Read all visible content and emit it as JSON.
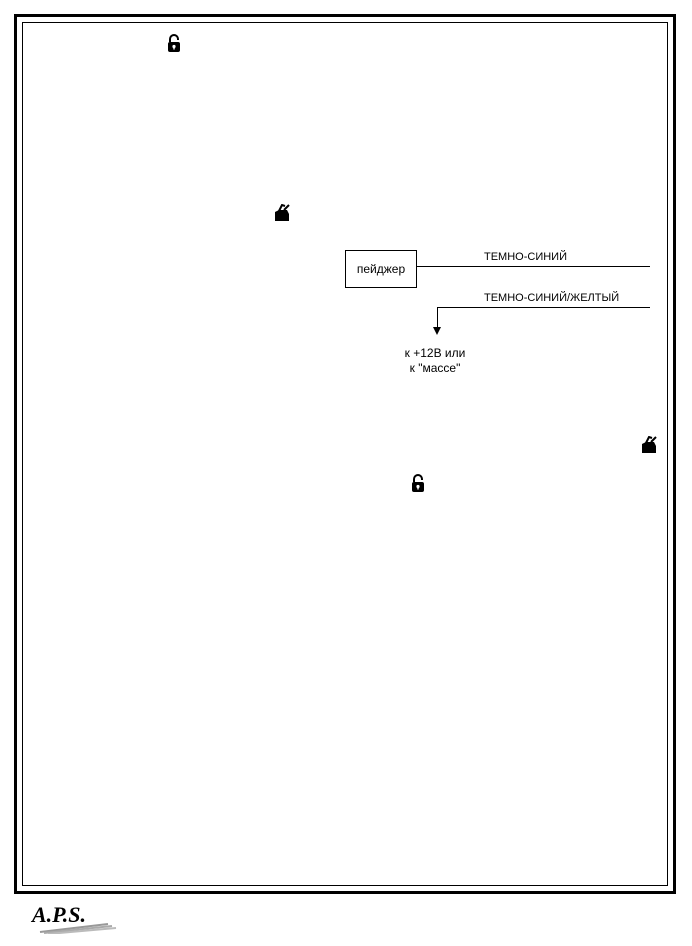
{
  "diagram": {
    "device_label": "пейджер",
    "wire1_label": "ТЕМНО-СИНИЙ",
    "wire2_label": "ТЕМНО-СИНИЙ/ЖЕЛТЫЙ",
    "note_line1": "к +12В или",
    "note_line2": "к \"массе\""
  },
  "icons": {
    "lock": "padlock-open-icon",
    "trunk": "car-trunk-icon"
  },
  "footer": {
    "logo_text": "A.P.S."
  }
}
